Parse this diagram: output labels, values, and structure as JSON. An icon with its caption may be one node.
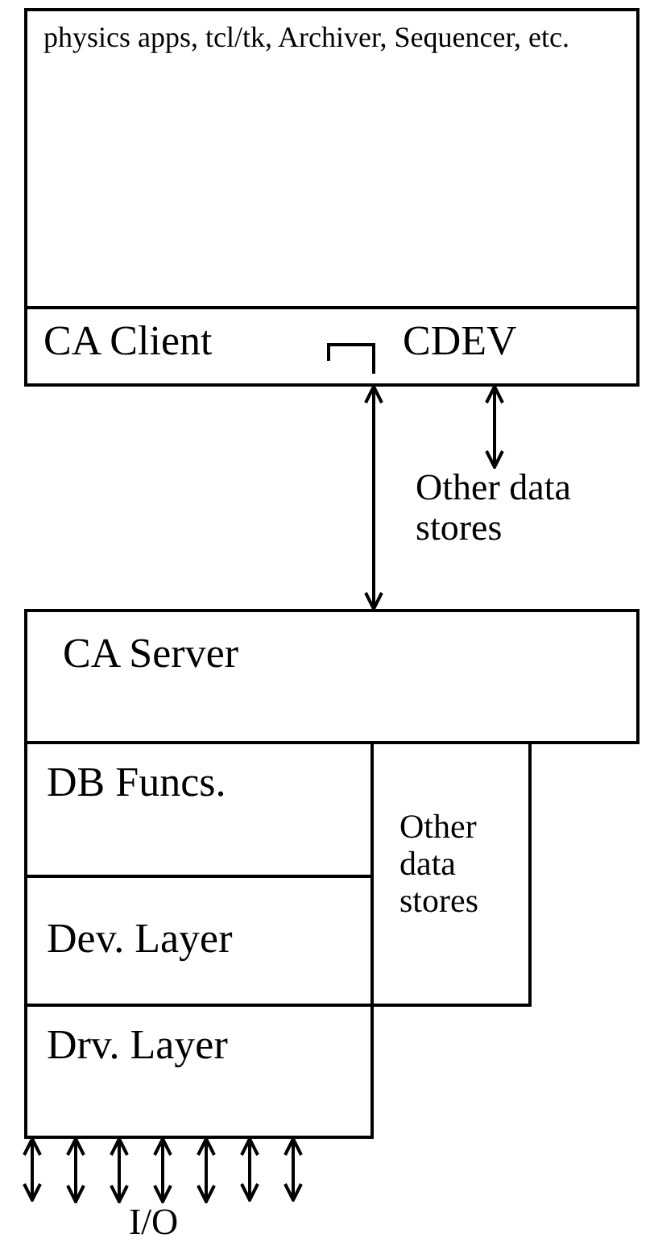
{
  "diagram": {
    "nodes": [
      {
        "text": [
          "physics apps, tcl/tk, Archiver, Sequencer, etc."
        ]
      },
      {
        "text": [
          "CA Client"
        ],
        "in": 0
      },
      {
        "text": [
          "CDEV"
        ],
        "in": 0
      },
      {
        "text": [
          "Other data stores"
        ]
      },
      {
        "text": [
          "CA Server"
        ]
      },
      {
        "text": [
          "DB Funcs."
        ]
      },
      {
        "text": [
          "Dev. Layer"
        ]
      },
      {
        "text": [
          "Drv. Layer"
        ]
      },
      {
        "text": [
          "Other data stores"
        ]
      },
      {
        "text": [
          "I/O"
        ]
      }
    ],
    "edges": [
      {
        "from": 0,
        "to": 4,
        "arrow": "both"
      },
      {
        "from": 2,
        "to": 3,
        "arrow": "both"
      },
      {
        "from": 7,
        "to": null,
        "arrow": "both"
      },
      {
        "from": 7,
        "to": 9,
        "arrow": "both"
      },
      {
        "from": 7,
        "to": 9,
        "arrow": "both"
      },
      {
        "from": 7,
        "to": 9,
        "arrow": "both"
      },
      {
        "from": 7,
        "to": 9,
        "arrow": "both"
      },
      {
        "from": 7,
        "to": null,
        "arrow": "both"
      },
      {
        "from": 7,
        "to": null,
        "arrow": "both"
      }
    ]
  }
}
